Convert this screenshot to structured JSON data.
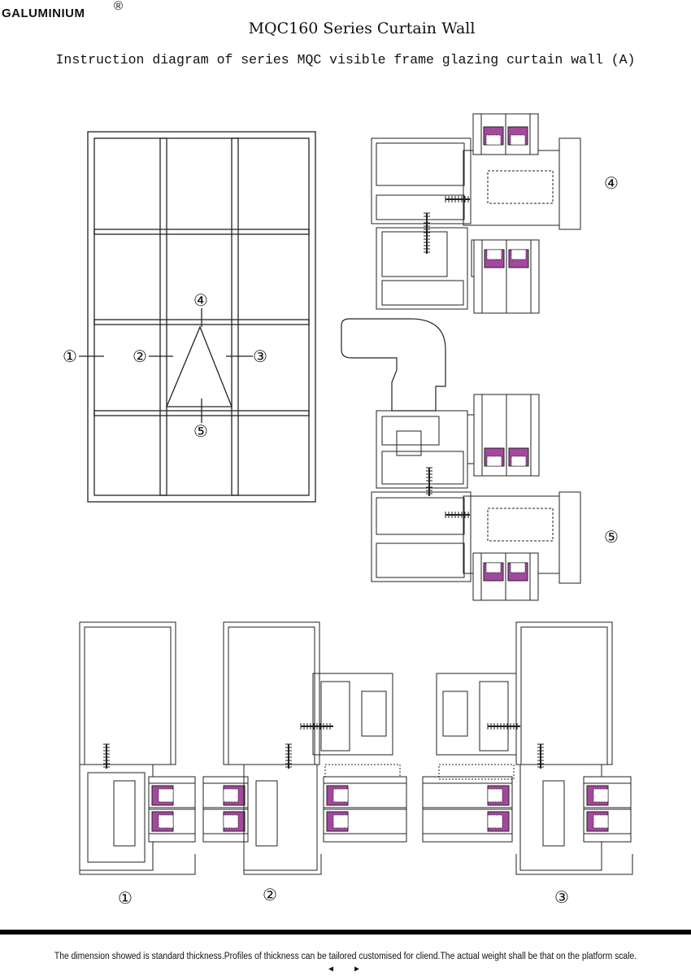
{
  "header": {
    "logo_text": "GALUMINIUM",
    "logo_registered": "®",
    "title": "MQC160 Series Curtain Wall",
    "subtitle": "Instruction diagram of series MQC visible frame glazing curtain wall (A)"
  },
  "elevation_labels": [
    "①",
    "②",
    "③",
    "④",
    "⑤"
  ],
  "detail_labels": {
    "top": "④",
    "middle": "⑤"
  },
  "section_labels": [
    "①",
    "②",
    "③"
  ],
  "colors": {
    "gasket": "#a3489e",
    "line": "#222222"
  },
  "footer": {
    "note": "The dimension showed is standard thickness.Profiles of thickness can be tailored customised for cliend.The actual weight shall be that on the platform scale.",
    "prev": "◀",
    "next": "▶"
  }
}
